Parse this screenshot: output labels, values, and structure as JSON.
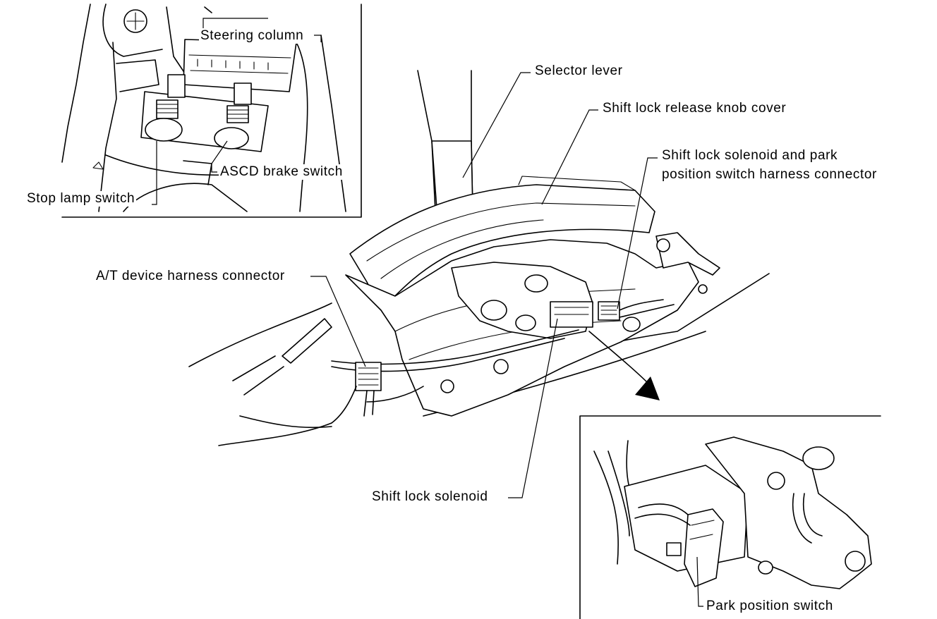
{
  "labels": {
    "selector_lever": "Selector lever",
    "shift_lock_release_knob_cover": "Shift lock release knob cover",
    "shift_lock_solenoid_harness_connector_line1": "Shift lock solenoid and park",
    "shift_lock_solenoid_harness_connector_line2": "position switch harness connector",
    "at_device_harness_connector": "A/T device harness connector",
    "shift_lock_solenoid": "Shift lock solenoid",
    "park_position_switch": "Park position switch",
    "steering_column": "Steering column",
    "ascd_brake_switch": "ASCD brake switch",
    "stop_lamp_switch": "Stop lamp switch"
  }
}
